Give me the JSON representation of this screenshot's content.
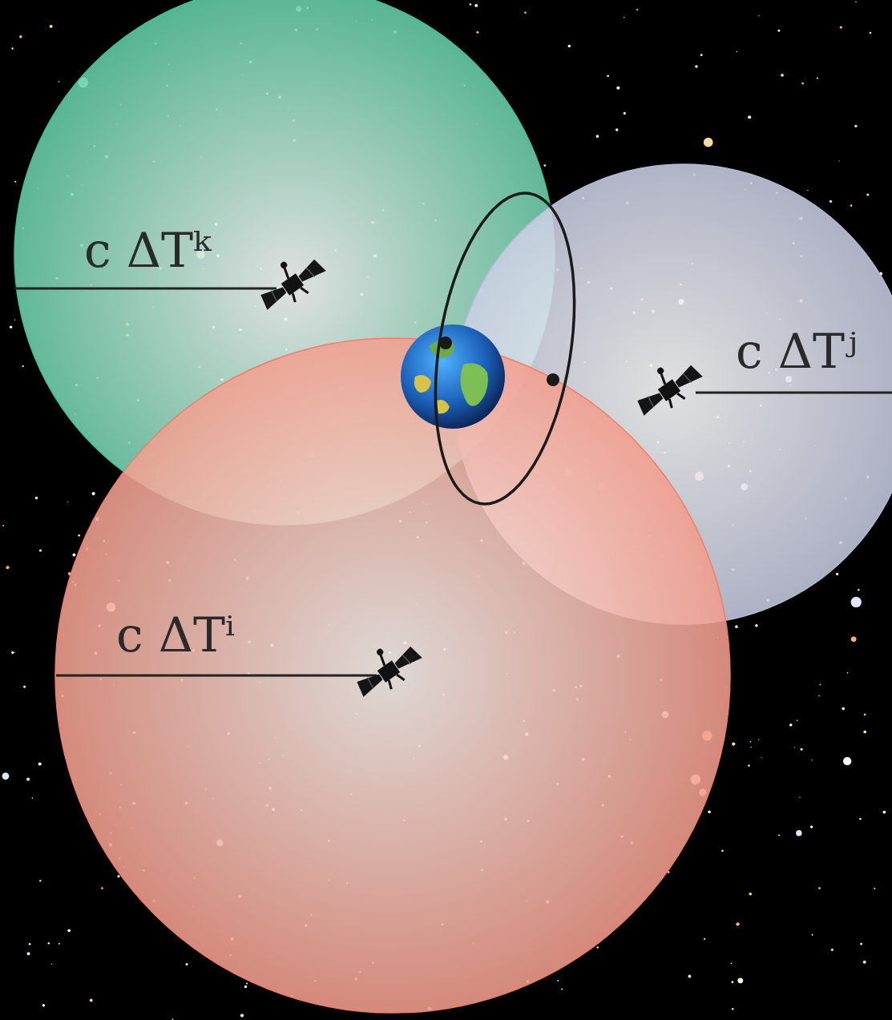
{
  "diagram": {
    "nodes": [
      {
        "text": [
          "c ΔTᵏ"
        ]
      },
      {
        "text": [
          "c ΔTʲ"
        ]
      },
      {
        "text": [
          "c ΔTⁱ"
        ]
      }
    ]
  }
}
